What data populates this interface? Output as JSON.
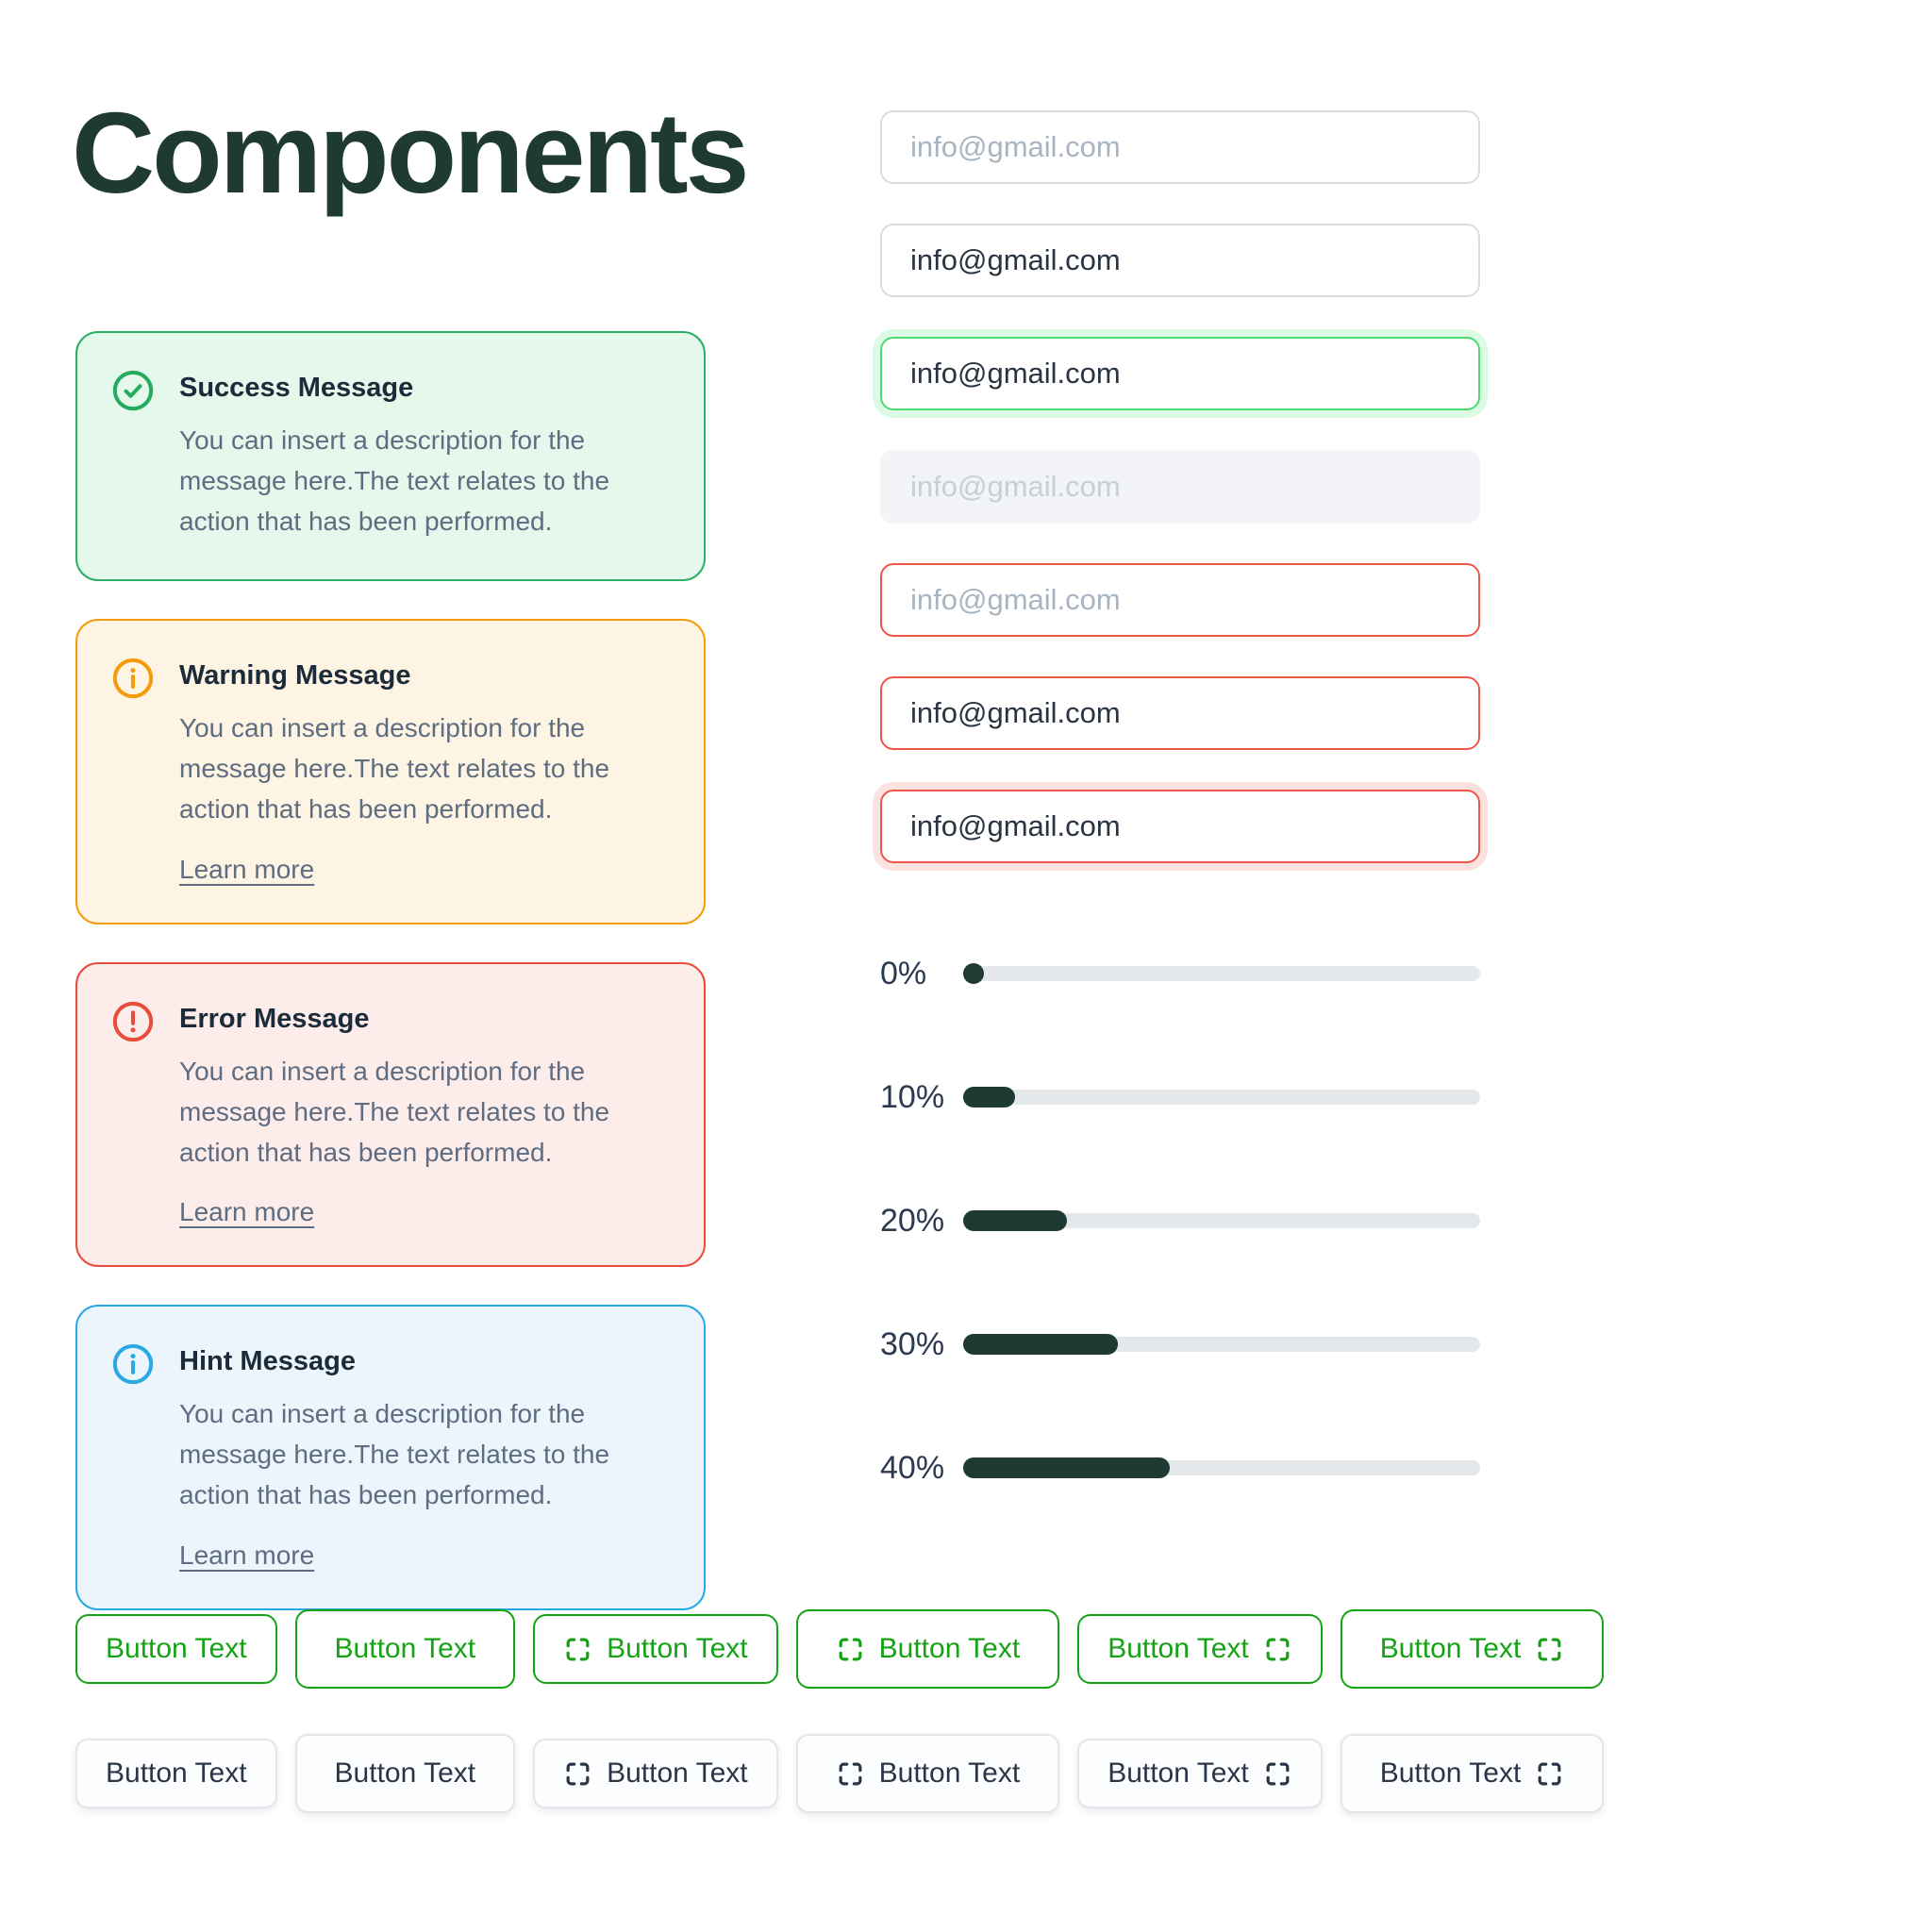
{
  "page": {
    "title": "Components",
    "title_color": "#1e3a33",
    "background": "#ffffff"
  },
  "palette": {
    "success": "#2bae66",
    "warning": "#f59b0b",
    "error": "#e84c3c",
    "hint": "#29a9e1",
    "dark_teal": "#1e3a33",
    "primary_button_green": "#15a315"
  },
  "alerts": [
    {
      "title": "Success Message",
      "description": "You can insert a description for the message here.The text relates to the action that has been performed.",
      "icon": "check-circle-icon",
      "colors": {
        "border": "#2bae66",
        "background": "#e4f8ec",
        "icon": "#25ab5e"
      }
    },
    {
      "title": "Warning Message",
      "description": "You can insert a description for the message here.The text relates to the action that has been performed.",
      "learn_more": "Learn more",
      "icon": "info-circle-icon",
      "colors": {
        "border": "#f59b0b",
        "background": "#fdf4e3",
        "icon": "#f59b0b"
      }
    },
    {
      "title": "Error Message",
      "description": "You can insert a description for the message here.The text relates to the action that has been performed.",
      "learn_more": "Learn more",
      "icon": "exclamation-circle-icon",
      "colors": {
        "border": "#e84c3c",
        "background": "#fcecea",
        "icon": "#e84c3c"
      }
    },
    {
      "title": "Hint Message",
      "description": "You can insert a description for the message here.The text relates to the action that has been performed.",
      "learn_more": "Learn more",
      "icon": "info-circle-icon",
      "colors": {
        "border": "#29a9e1",
        "background": "#ecf5fc",
        "icon": "#29a9e1"
      }
    }
  ],
  "inputs": [
    {
      "state": "default",
      "placeholder": "info@gmail.com",
      "value": ""
    },
    {
      "state": "filled",
      "placeholder": "",
      "value": "info@gmail.com"
    },
    {
      "state": "success-focus",
      "placeholder": "",
      "value": "info@gmail.com"
    },
    {
      "state": "disabled",
      "placeholder": "info@gmail.com",
      "value": ""
    },
    {
      "state": "error-empty",
      "placeholder": "info@gmail.com",
      "value": ""
    },
    {
      "state": "error-filled",
      "placeholder": "",
      "value": "info@gmail.com"
    },
    {
      "state": "error-focus",
      "placeholder": "",
      "value": "info@gmail.com"
    }
  ],
  "progress": {
    "track_color": "#e5e8eb",
    "fill_color": "#1e3a33",
    "items": [
      {
        "label": "0%",
        "percent": 0
      },
      {
        "label": "10%",
        "percent": 10
      },
      {
        "label": "20%",
        "percent": 20
      },
      {
        "label": "30%",
        "percent": 30
      },
      {
        "label": "40%",
        "percent": 40
      }
    ]
  },
  "buttons": {
    "label": "Button Text",
    "icon": "scan-icon",
    "variants": [
      "text-sm",
      "text-md",
      "icon-left-sm",
      "icon-left-md",
      "icon-right-sm",
      "icon-right-md"
    ]
  }
}
